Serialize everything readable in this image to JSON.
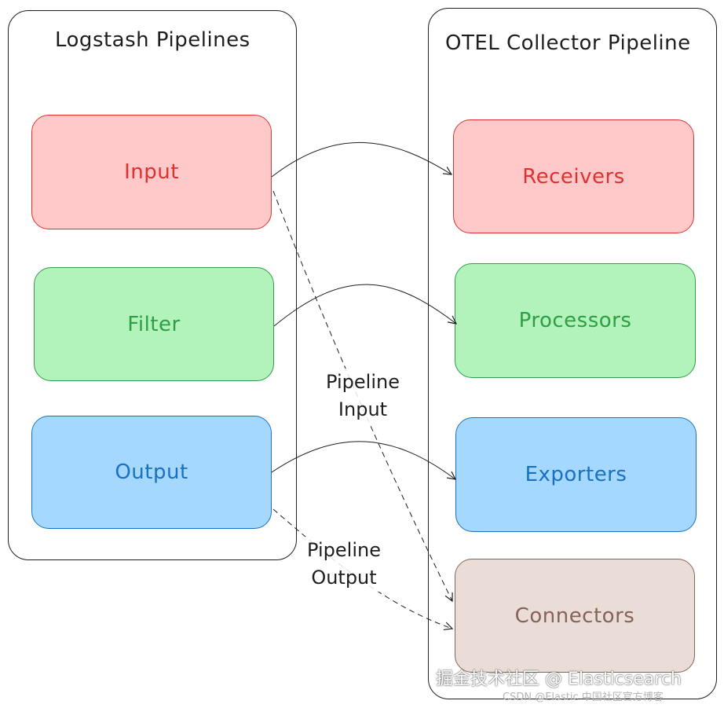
{
  "logstash": {
    "title": "Logstash Pipelines",
    "input": "Input",
    "filter": "Filter",
    "output": "Output"
  },
  "otel": {
    "title": "OTEL Collector Pipeline",
    "receivers": "Receivers",
    "processors": "Processors",
    "exporters": "Exporters",
    "connectors": "Connectors"
  },
  "edges": {
    "pipeline_input": "Pipeline\nInput",
    "pipeline_output": "Pipeline\nOutput"
  },
  "watermark": {
    "line1": "掘金技术社区 @ Elasticsearch",
    "line2": "CSDN @Elastic 中国社区官方博客"
  },
  "colors": {
    "red": "#e03131",
    "green": "#2f9e44",
    "blue": "#1971c2",
    "brown": "#846358"
  }
}
